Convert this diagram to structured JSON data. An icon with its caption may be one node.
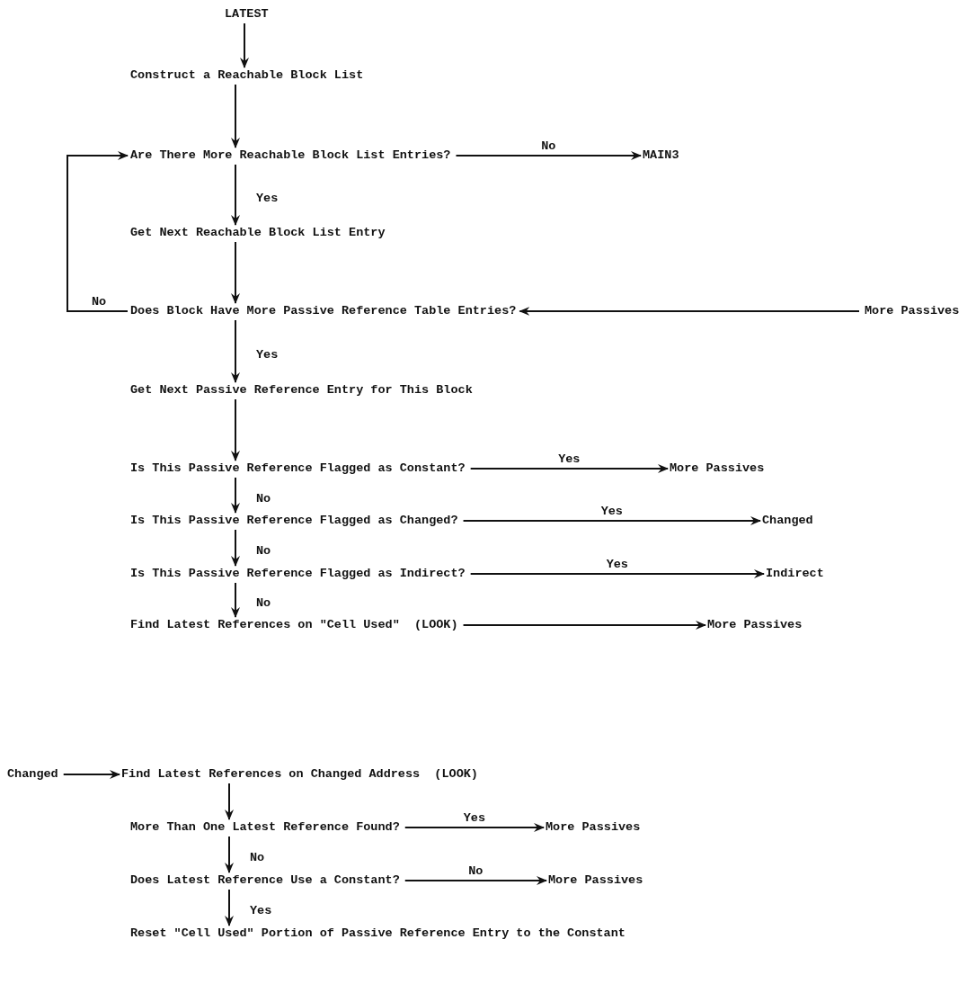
{
  "diagram": {
    "nodes": [
      {
        "text": [
          "LATEST"
        ]
      },
      {
        "text": [
          "Construct a Reachable Block List"
        ]
      },
      {
        "text": [
          "Are There More Reachable Block List Entries?"
        ]
      },
      {
        "text": [
          "MAIN3"
        ]
      },
      {
        "text": [
          "Get Next Reachable Block List Entry"
        ]
      },
      {
        "text": [
          "Does Block Have More Passive Reference Table Entries?"
        ]
      },
      {
        "text": [
          "More Passives"
        ]
      },
      {
        "text": [
          "Get Next Passive Reference Entry for This Block"
        ]
      },
      {
        "text": [
          "Is This Passive Reference Flagged as Constant?"
        ]
      },
      {
        "text": [
          "More Passives"
        ]
      },
      {
        "text": [
          "Is This Passive Reference Flagged as Changed?"
        ]
      },
      {
        "text": [
          "Changed"
        ]
      },
      {
        "text": [
          "Is This Passive Reference Flagged as Indirect?"
        ]
      },
      {
        "text": [
          "Indirect"
        ]
      },
      {
        "text": [
          "Find Latest References on \"Cell Used\"  (LOOK)"
        ]
      },
      {
        "text": [
          "More Passives"
        ]
      },
      {
        "text": [
          "Changed"
        ]
      },
      {
        "text": [
          "Find Latest References on Changed Address  (LOOK)"
        ]
      },
      {
        "text": [
          "More Than One Latest Reference Found?"
        ]
      },
      {
        "text": [
          "More Passives"
        ]
      },
      {
        "text": [
          "Does Latest Reference Use a Constant?"
        ]
      },
      {
        "text": [
          "More Passives"
        ]
      },
      {
        "text": [
          "Reset \"Cell Used\" Portion of Passive Reference Entry to the Constant"
        ]
      }
    ],
    "edges": [
      {
        "from": 0,
        "to": 1,
        "arrow": "to"
      },
      {
        "from": 1,
        "to": 2,
        "arrow": "to"
      },
      {
        "from": 2,
        "to": 3,
        "arrow": "to",
        "label": "No"
      },
      {
        "from": 2,
        "to": 4,
        "arrow": "to",
        "label": "Yes"
      },
      {
        "from": 4,
        "to": 5,
        "arrow": "to"
      },
      {
        "from": 5,
        "to": 2,
        "arrow": "to",
        "label": "No"
      },
      {
        "from": 6,
        "to": 5,
        "arrow": "to"
      },
      {
        "from": 5,
        "to": 7,
        "arrow": "to",
        "label": "Yes"
      },
      {
        "from": 7,
        "to": 8,
        "arrow": "to"
      },
      {
        "from": 8,
        "to": 9,
        "arrow": "to",
        "label": "Yes"
      },
      {
        "from": 8,
        "to": 10,
        "arrow": "to",
        "label": "No"
      },
      {
        "from": 10,
        "to": 11,
        "arrow": "to",
        "label": "Yes"
      },
      {
        "from": 10,
        "to": 12,
        "arrow": "to",
        "label": "No"
      },
      {
        "from": 12,
        "to": 13,
        "arrow": "to",
        "label": "Yes"
      },
      {
        "from": 12,
        "to": 14,
        "arrow": "to",
        "label": "No"
      },
      {
        "from": 14,
        "to": 15,
        "arrow": "to"
      },
      {
        "from": 16,
        "to": 17,
        "arrow": "to"
      },
      {
        "from": 17,
        "to": 18,
        "arrow": "to"
      },
      {
        "from": 18,
        "to": 19,
        "arrow": "to",
        "label": "Yes"
      },
      {
        "from": 18,
        "to": 20,
        "arrow": "to",
        "label": "No"
      },
      {
        "from": 20,
        "to": 21,
        "arrow": "to",
        "label": "No"
      },
      {
        "from": 20,
        "to": 22,
        "arrow": "to",
        "label": "Yes"
      }
    ]
  }
}
